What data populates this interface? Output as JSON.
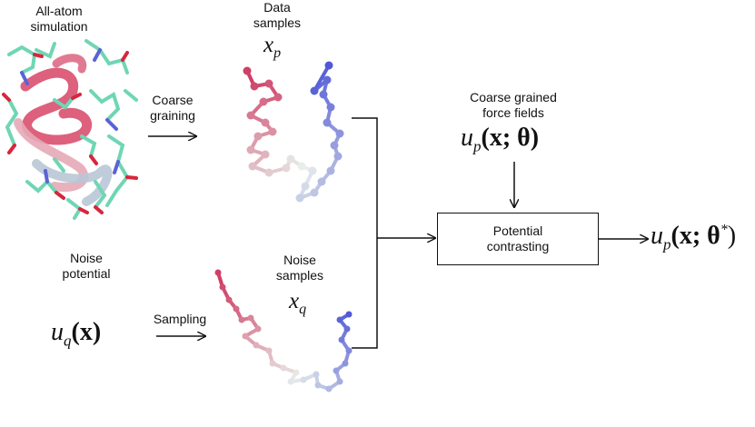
{
  "all_atom": {
    "line1": "All-atom",
    "line2": "simulation"
  },
  "coarse_graining": {
    "line1": "Coarse",
    "line2": "graining"
  },
  "data_samples": {
    "line1": "Data",
    "line2": "samples",
    "symbol": "x",
    "subscript": "p"
  },
  "noise_potential": {
    "line1": "Noise",
    "line2": "potential",
    "symbol": "u",
    "subscript": "q",
    "arg": "(x)"
  },
  "sampling": {
    "label": "Sampling"
  },
  "noise_samples": {
    "line1": "Noise",
    "line2": "samples",
    "symbol": "x",
    "subscript": "q"
  },
  "force_fields": {
    "line1": "Coarse grained",
    "line2": "force fields",
    "symbol": "u",
    "subscript": "p",
    "arg": "(x; θ)"
  },
  "contrasting_box": {
    "line1": "Potential",
    "line2": "contrasting"
  },
  "output": {
    "symbol": "u",
    "subscript": "p",
    "arg": "(x; θ",
    "sup": "*",
    "close": ")"
  },
  "colors": {
    "pink": "#d9506e",
    "blue": "#5a63d6",
    "teal": "#6fd6b4",
    "red": "#d7263d"
  }
}
